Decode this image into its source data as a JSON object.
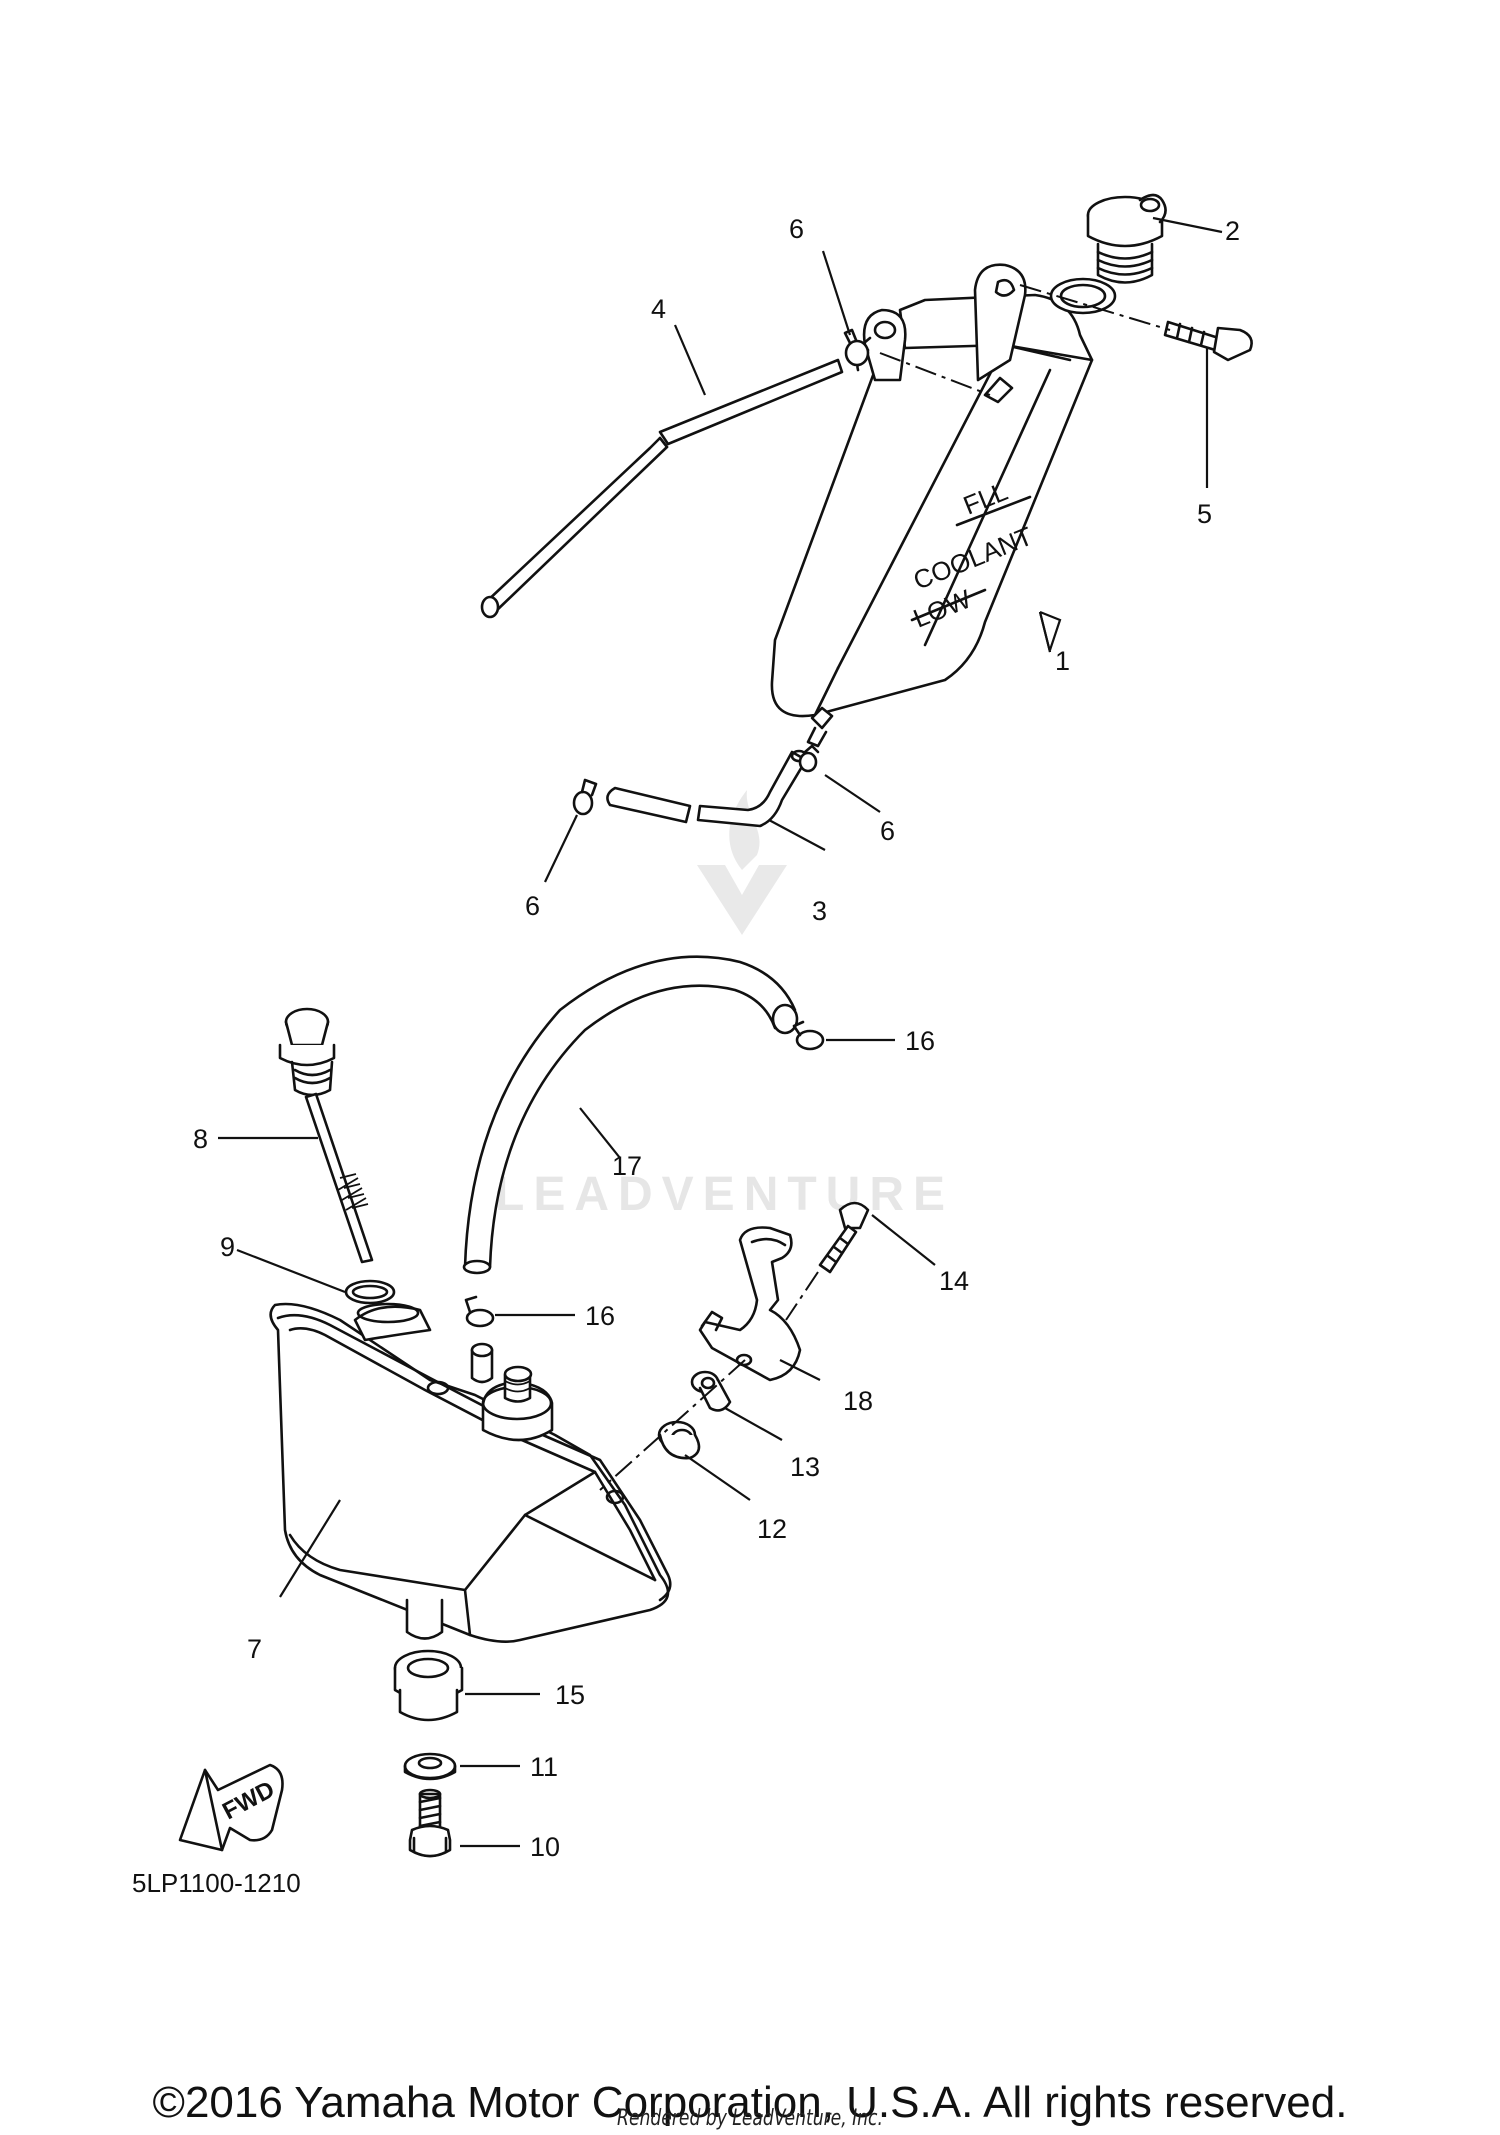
{
  "callouts": [
    {
      "id": "c1",
      "text": "1"
    },
    {
      "id": "c2",
      "text": "2"
    },
    {
      "id": "c3",
      "text": "3"
    },
    {
      "id": "c4",
      "text": "4"
    },
    {
      "id": "c5",
      "text": "5"
    },
    {
      "id": "c6a",
      "text": "6"
    },
    {
      "id": "c6b",
      "text": "6"
    },
    {
      "id": "c6c",
      "text": "6"
    },
    {
      "id": "c7",
      "text": "7"
    },
    {
      "id": "c8",
      "text": "8"
    },
    {
      "id": "c9",
      "text": "9"
    },
    {
      "id": "c10",
      "text": "10"
    },
    {
      "id": "c11",
      "text": "11"
    },
    {
      "id": "c12",
      "text": "12"
    },
    {
      "id": "c13",
      "text": "13"
    },
    {
      "id": "c14",
      "text": "14"
    },
    {
      "id": "c15",
      "text": "15"
    },
    {
      "id": "c16a",
      "text": "16"
    },
    {
      "id": "c16b",
      "text": "16"
    },
    {
      "id": "c17",
      "text": "17"
    },
    {
      "id": "c18",
      "text": "18"
    }
  ],
  "tank_markings": {
    "full": "FLL",
    "coolant": "COOLANT",
    "low": "LOW"
  },
  "fwd_arrow": "FWD",
  "diagram_code": "5LP1100-1210",
  "watermark": "LEADVENTURE",
  "copyright": "©2016 Yamaha Motor Corporation, U.S.A. All rights reserved.",
  "rendered_by": "Rendered by LeadVenture, Inc."
}
